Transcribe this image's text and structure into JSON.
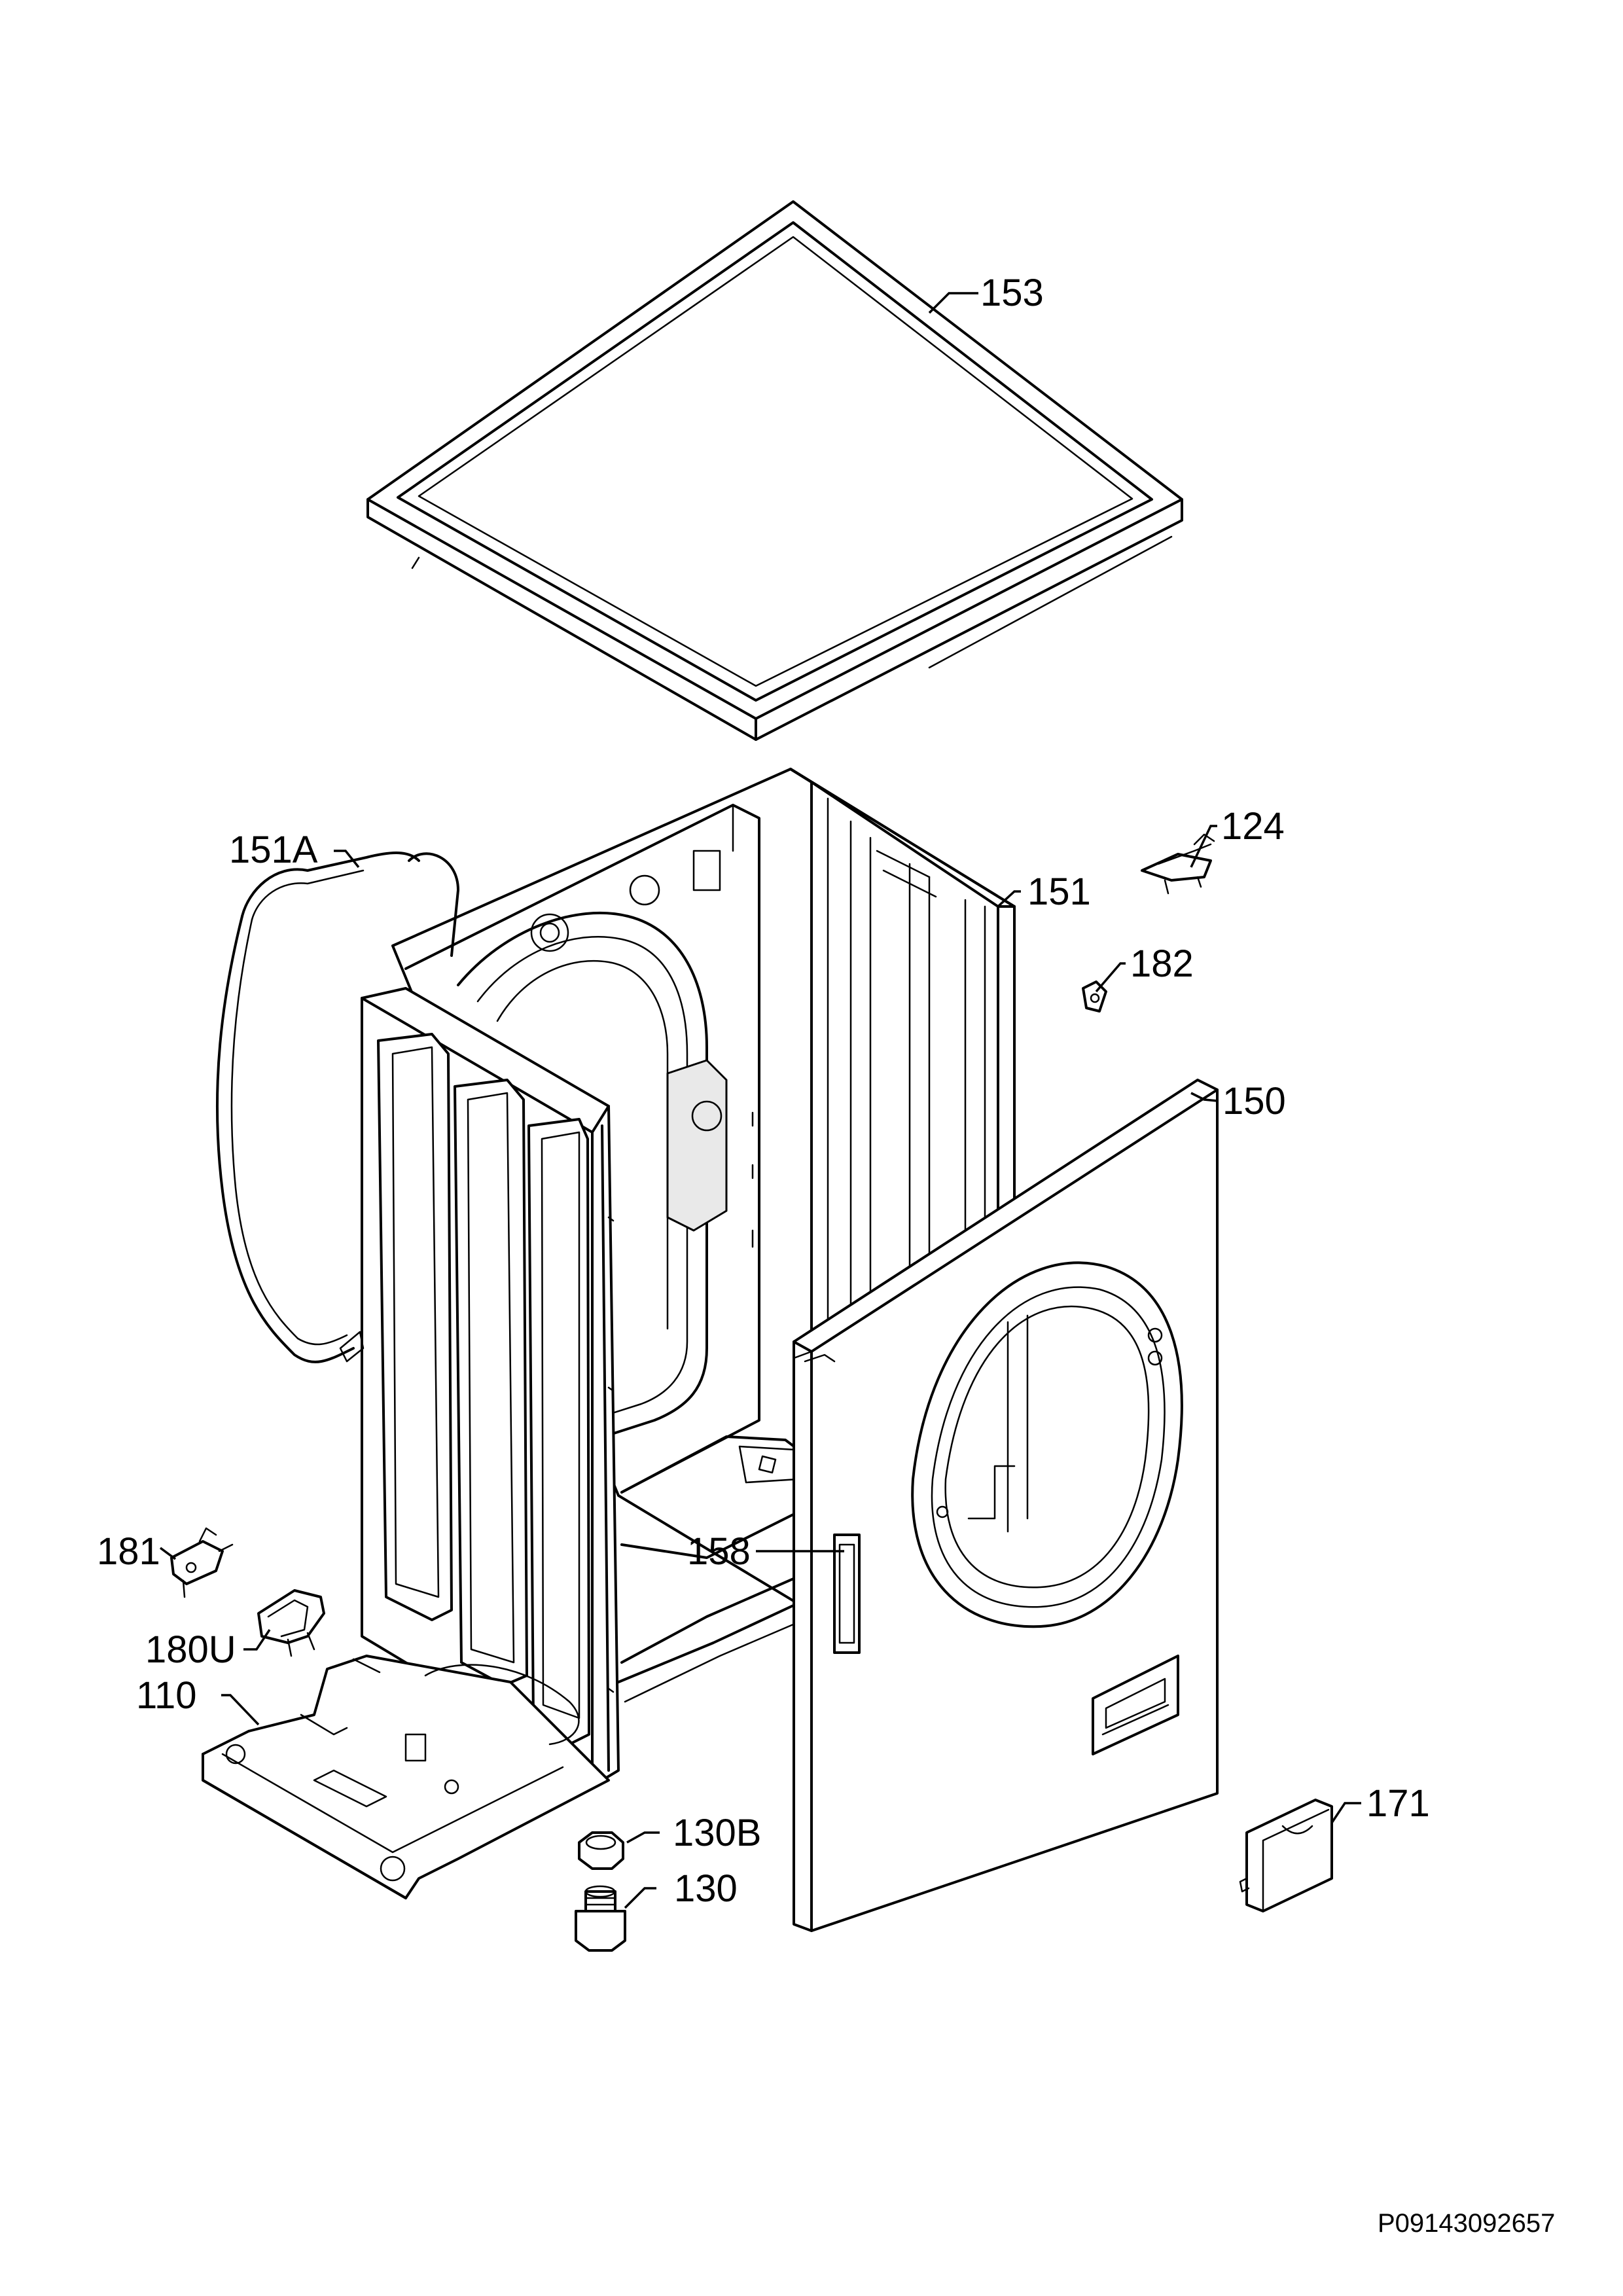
{
  "labels": {
    "p153": "153",
    "p151A": "151A",
    "p124": "124",
    "p151": "151",
    "p182": "182",
    "p150": "150",
    "p158": "158",
    "p181": "181",
    "p180U": "180U",
    "p110": "110",
    "p130B": "130B",
    "p130": "130",
    "p171": "171"
  },
  "drawing_code": "P09143092657"
}
